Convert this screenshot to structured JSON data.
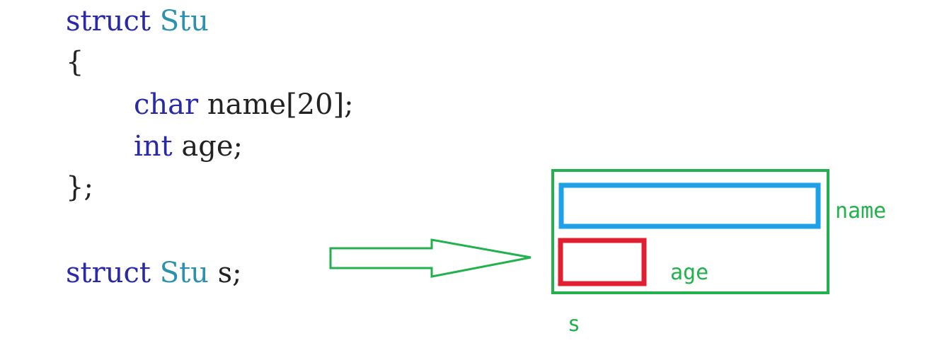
{
  "code": {
    "line1": {
      "kw": "struct",
      "type": "Stu"
    },
    "line2": "{",
    "line3": {
      "kw": "char",
      "rest": "name[20];"
    },
    "line4": {
      "kw": "int",
      "rest": "age;"
    },
    "line5": "};",
    "line6": {
      "kw": "struct",
      "type": "Stu",
      "rest": "s;"
    }
  },
  "diagram": {
    "label_name": "name",
    "label_age": "age",
    "label_s": "s",
    "colors": {
      "outer_box": "#22b14c",
      "name_field": "#1ea1e6",
      "age_field": "#e02030",
      "arrow": "#22b14c",
      "keyword": "#2a2aa8",
      "type": "#2b91af"
    }
  }
}
